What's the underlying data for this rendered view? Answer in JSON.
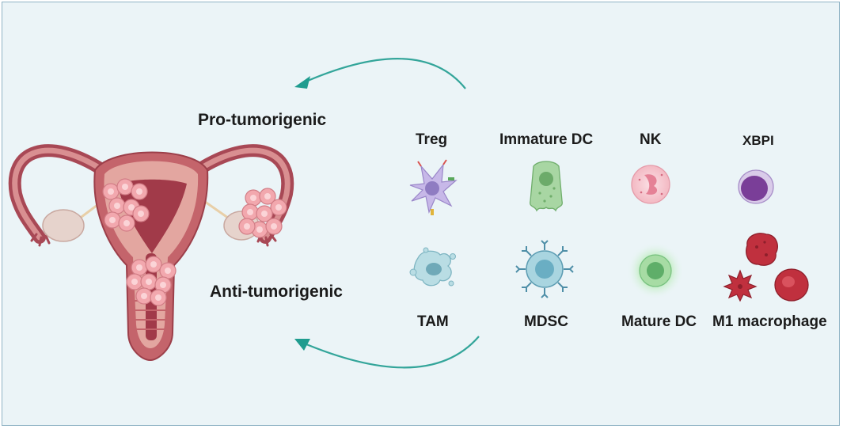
{
  "labels": {
    "pro_tumorigenic": "Pro-tumorigenic",
    "anti_tumorigenic": "Anti-tumorigenic"
  },
  "cells": {
    "treg": "Treg",
    "immature_dc": "Immature DC",
    "nk": "NK",
    "xbp1": "XBPI",
    "tam": "TAM",
    "mdsc": "MDSC",
    "mature_dc": "Mature DC",
    "m1_macrophage": "M1 macrophage"
  },
  "colors": {
    "background": "#ebf4f7",
    "border": "#8fb3c4",
    "arrow": "#1f9c8f",
    "uterus_outer": "#b5565f",
    "uterus_inner": "#e3a6a0",
    "tumor": "#f2a8ae",
    "treg_cell": "#b9a6df",
    "immature_dc_cell": "#9bcf98",
    "nk_cell": "#f5c7cf",
    "xbp1_cell": "#7a3e98",
    "tam_cell": "#a9d3dc",
    "mdsc_cell": "#7fbfcf",
    "mature_dc_cell": "#78c27f",
    "m1_cell": "#c0303e"
  },
  "icons": [
    "uterus-illustration",
    "tumor-icon",
    "treg-icon",
    "immature-dc-icon",
    "nk-cell-icon",
    "xbp1-cell-icon",
    "tam-icon",
    "mdsc-icon",
    "mature-dc-icon",
    "m1-macrophage-icon",
    "curved-arrow-icon"
  ]
}
